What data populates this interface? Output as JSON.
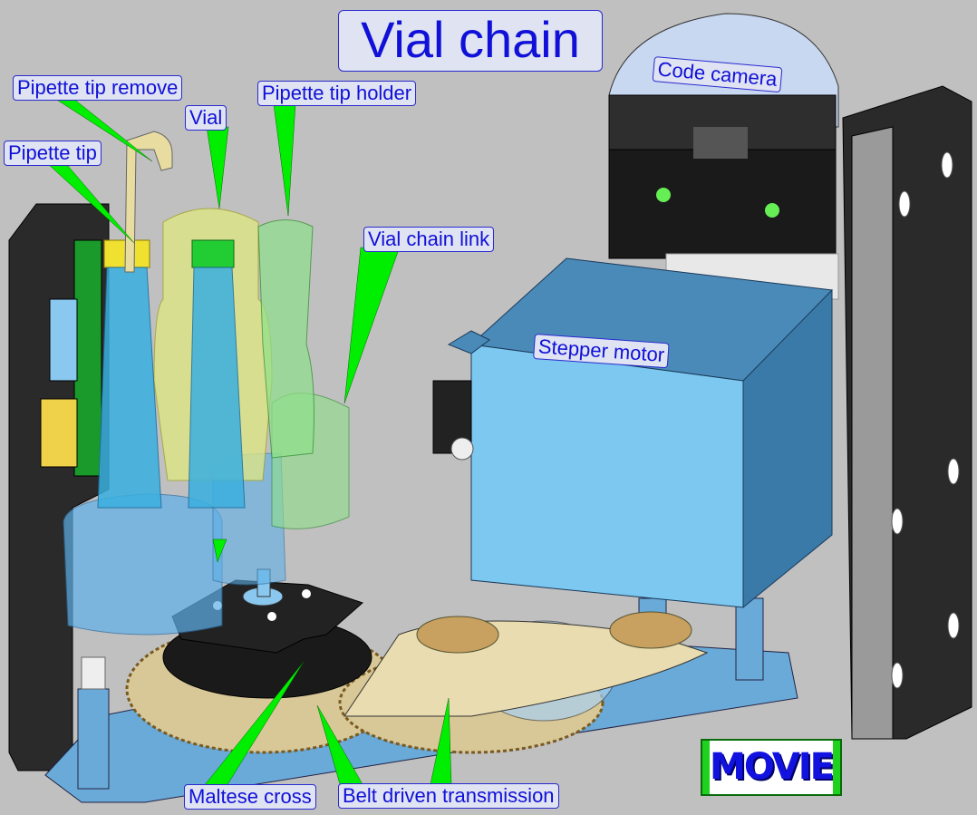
{
  "title": "Vial chain",
  "labels": {
    "pipette_tip_remove": "Pipette tip remove",
    "pipette_tip_holder": "Pipette tip holder",
    "vial": "Vial",
    "pipette_tip": "Pipette tip",
    "vial_chain_link": "Vial chain link",
    "code_camera": "Code camera",
    "stepper_motor": "Stepper motor",
    "maltese_cross": "Maltese cross",
    "belt_driven_transmission": "Belt driven transmission"
  },
  "movie_button": "MOVIE",
  "colors": {
    "background": "#c0c0c0",
    "label_text": "#1010d8",
    "label_fill": "#dfe3f2",
    "leader": "#00ee00",
    "motor": "#7cc8f0",
    "gear": "#d8c898",
    "bracket": "#6aaad8"
  }
}
